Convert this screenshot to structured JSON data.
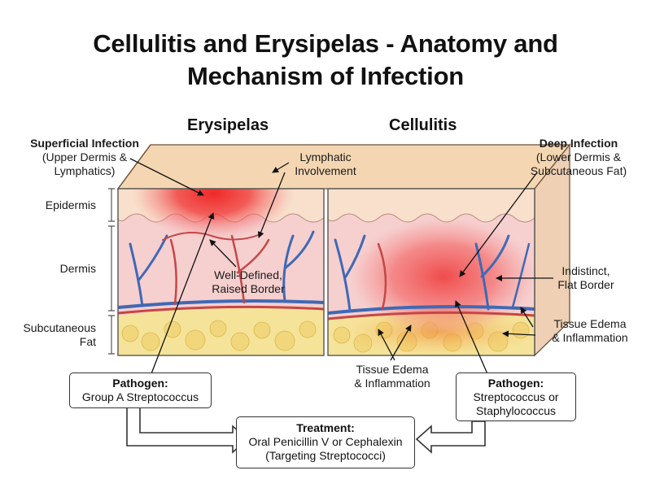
{
  "title": {
    "line1": "Cellulitis and Erysipelas - Anatomy and",
    "line2": "Mechanism of Infection"
  },
  "panels": {
    "left": {
      "heading": "Erysipelas"
    },
    "right": {
      "heading": "Cellulitis"
    }
  },
  "layers": {
    "epidermis": "Epidermis",
    "dermis": "Dermis",
    "subcutaneous_line1": "Subcutaneous",
    "subcutaneous_line2": "Fat"
  },
  "annotations": {
    "superficial": {
      "title": "Superficial Infection",
      "line1": "(Upper Dermis &",
      "line2": "Lymphatics)"
    },
    "deep": {
      "title": "Deep Infection",
      "line1": "(Lower Dermis &",
      "line2": "Subcutaneous Fat)"
    },
    "lymphatic": {
      "line1": "Lymphatic",
      "line2": "Involvement"
    },
    "well_defined": {
      "line1": "Well-Defined,",
      "line2": "Raised Border"
    },
    "indistinct": {
      "line1": "Indistinct,",
      "line2": "Flat Border"
    },
    "edema_right": {
      "line1": "Tissue Edema",
      "line2": "& Inflammation"
    },
    "edema_center": {
      "line1": "Tissue Edema",
      "line2": "& Inflammation"
    }
  },
  "boxes": {
    "pathogen_left": {
      "title": "Pathogen:",
      "line1": "Group A Streptococcus"
    },
    "pathogen_right": {
      "title": "Pathogen:",
      "line1": "Streptococcus or",
      "line2": "Staphylococcus"
    },
    "treatment": {
      "title": "Treatment:",
      "line1": "Oral Penicillin V or Cephalexin",
      "line2": "(Targeting Streptococci)"
    }
  },
  "colors": {
    "skin_top": "#f4d7b2",
    "epidermis": "#f6dcc4",
    "dermis": "#f6cfcf",
    "fat": "#f5e39a",
    "vein": "#3f69b4",
    "artery": "#c74646",
    "infection": "#ee2a2a"
  }
}
